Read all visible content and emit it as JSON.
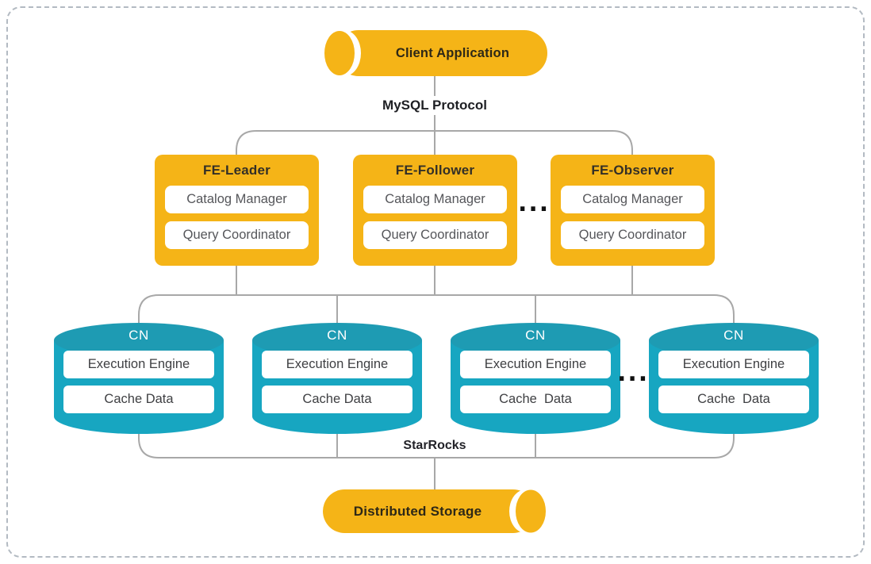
{
  "client": {
    "label": "Client Application"
  },
  "protocol_label": "MySQL Protocol",
  "fe_nodes": [
    {
      "title": "FE-Leader",
      "components": [
        "Catalog Manager",
        "Query Coordinator"
      ]
    },
    {
      "title": "FE-Follower",
      "components": [
        "Catalog Manager",
        "Query Coordinator"
      ]
    },
    {
      "title": "FE-Observer",
      "components": [
        "Catalog Manager",
        "Query Coordinator"
      ]
    }
  ],
  "fe_ellipsis": "...",
  "cn_nodes": [
    {
      "title": "CN",
      "components": [
        "Execution Engine",
        "Cache Data"
      ]
    },
    {
      "title": "CN",
      "components": [
        "Execution Engine",
        "Cache Data"
      ]
    },
    {
      "title": "CN",
      "components": [
        "Execution Engine",
        "Cache  Data"
      ]
    },
    {
      "title": "CN",
      "components": [
        "Execution Engine",
        "Cache  Data"
      ]
    }
  ],
  "cn_ellipsis": "...",
  "platform_label": "StarRocks",
  "storage": {
    "label": "Distributed Storage"
  },
  "colors": {
    "yellow": "#f5b417",
    "teal_body": "#17a6c1",
    "teal_cap": "#1e9bb3",
    "connector_line": "#a8a8a8",
    "border_dash": "#b3bac2",
    "fe_component_text": "#55565a",
    "cn_component_text": "#3e3f42",
    "dark_label_text": "#2e2817"
  }
}
